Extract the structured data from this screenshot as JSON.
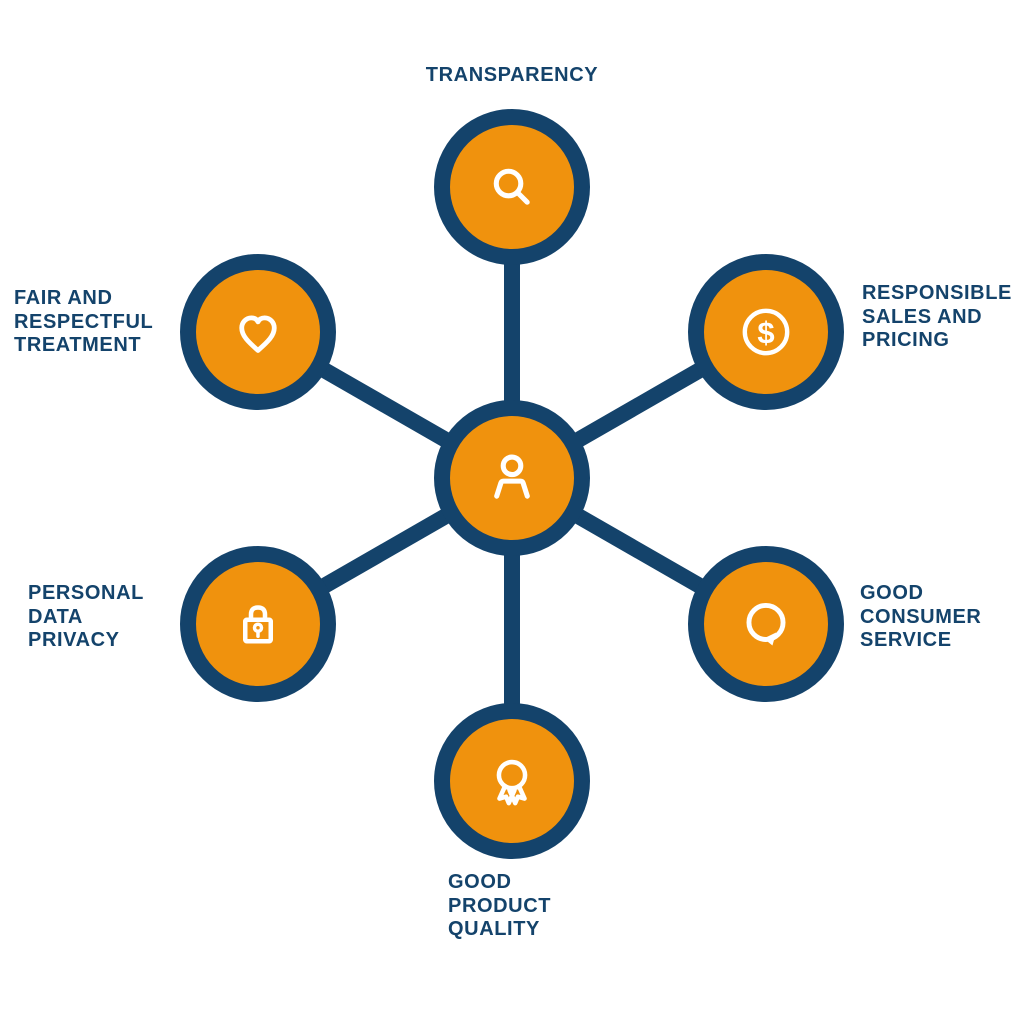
{
  "colors": {
    "orange": "#F0920D",
    "blue": "#14436B",
    "icon_white": "#FFFFFF"
  },
  "diagram": {
    "center_node": {
      "icon": "person-icon"
    },
    "nodes": [
      {
        "label": "TRANSPARENCY",
        "icon": "magnifier-icon",
        "position": "top"
      },
      {
        "label": "RESPONSIBLE\nSALES AND\nPRICING",
        "icon": "dollar-coin-icon",
        "position": "upper-right"
      },
      {
        "label": "GOOD\nCONSUMER\nSERVICE",
        "icon": "speech-bubble-icon",
        "position": "lower-right"
      },
      {
        "label": "GOOD\nPRODUCT\nQUALITY",
        "icon": "award-ribbon-icon",
        "position": "bottom"
      },
      {
        "label": "PERSONAL\nDATA\nPRIVACY",
        "icon": "padlock-icon",
        "position": "lower-left"
      },
      {
        "label": "FAIR AND\nRESPECTFUL\nTREATMENT",
        "icon": "heart-icon",
        "position": "upper-left"
      }
    ]
  }
}
